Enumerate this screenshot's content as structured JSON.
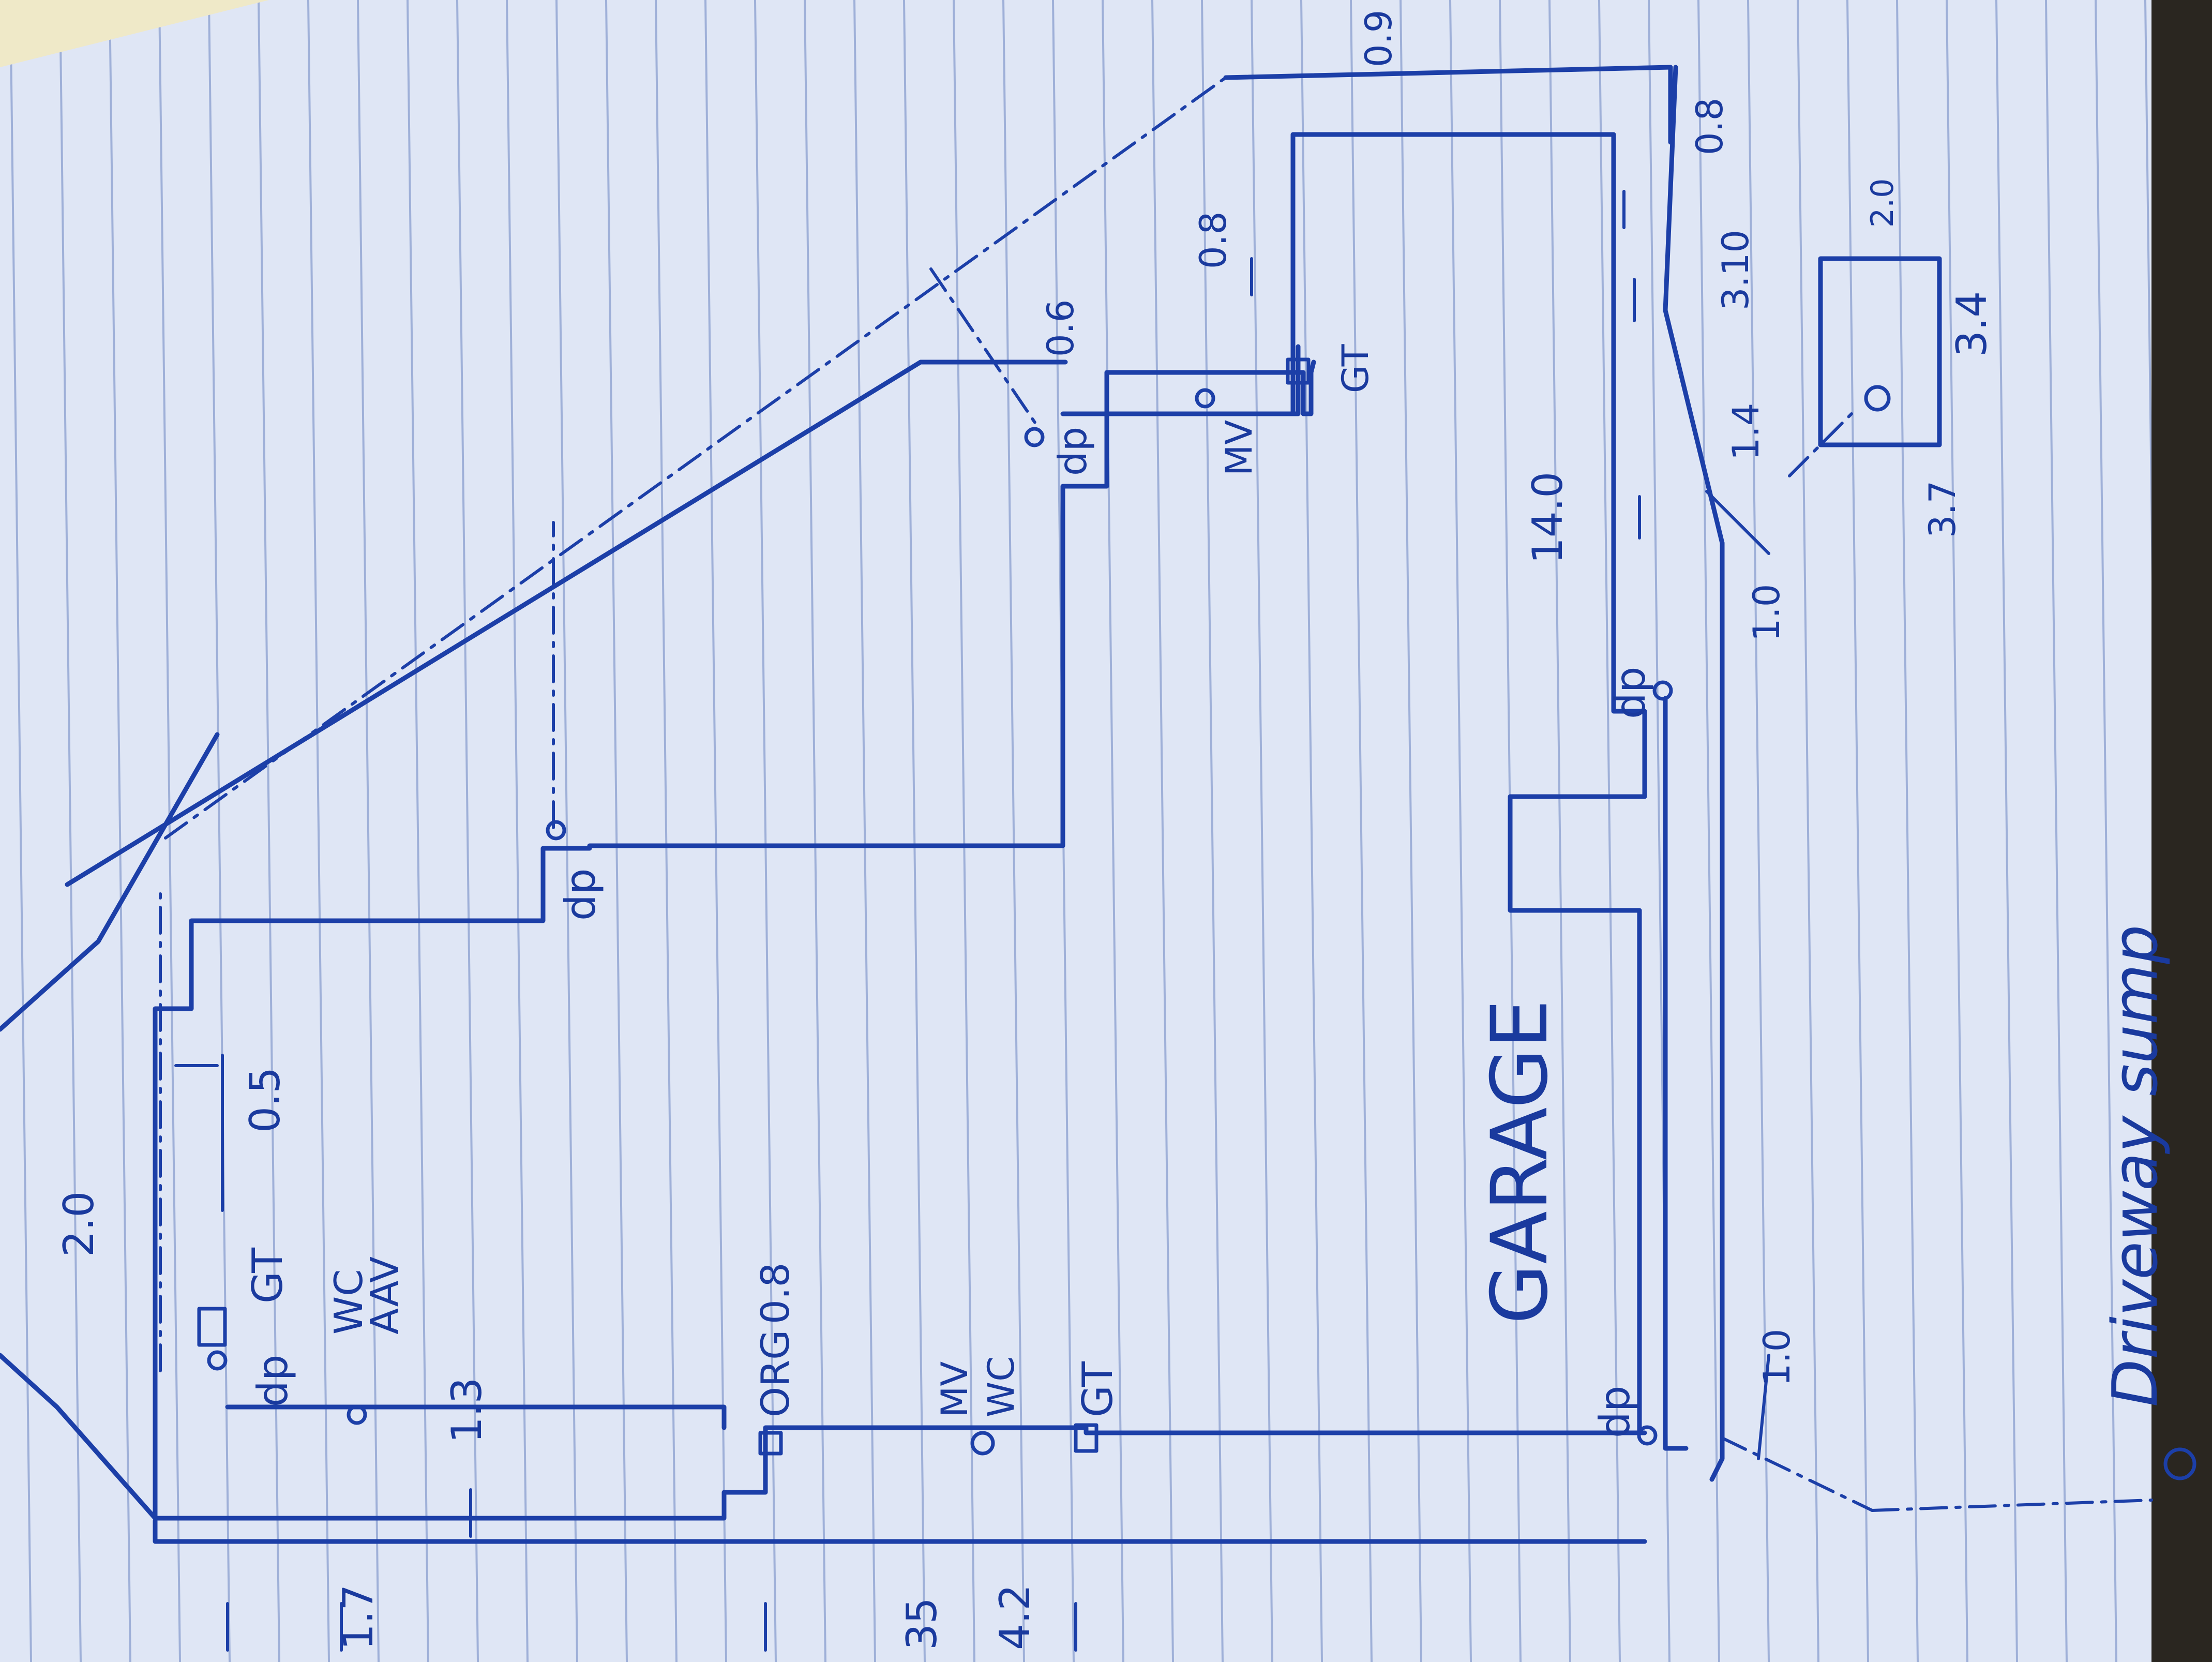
{
  "paper": {
    "background": "#dfe6f5",
    "rule_color": "#9fb0d8",
    "ink_color": "#1c3fa8"
  },
  "plan": {
    "garage_label": "GARAGE",
    "sump_label": "Driveway sump",
    "labels": {
      "dp_main": "dp",
      "dp_upper_step": "dp",
      "dp_right": "dp",
      "dp_bottom": "dp",
      "dp_garage_left": "dp",
      "gt_top": "GT",
      "gt_left": "GT",
      "gt_right": "GT",
      "wc_aav_1": "WC",
      "wc_aav_2": "AAV",
      "org": "ORG",
      "mv_left": "MV",
      "wc_left": "WC",
      "mv_right": "MV"
    },
    "dimensions": {
      "d_2_0_top": "2.0",
      "d_0_5": "0.5",
      "d_1_7": "1.7",
      "d_1_3": "1.3",
      "d_0_8_left": "0.8",
      "d_35": "35",
      "d_4_2": "4.2",
      "d_0_6": "0.6",
      "d_0_8_right": "0.8",
      "d_0_9": "0.9",
      "d_0_8_far": "0.8",
      "d_3_10": "3.10",
      "d_1_4": "1.4",
      "d_14_0": "14.0",
      "d_1_0_mid": "1.0",
      "d_1_0_bottom": "1.0",
      "d_2_0_right": "2.0",
      "d_3_4": "3.4",
      "d_3_7": "3.7"
    }
  }
}
